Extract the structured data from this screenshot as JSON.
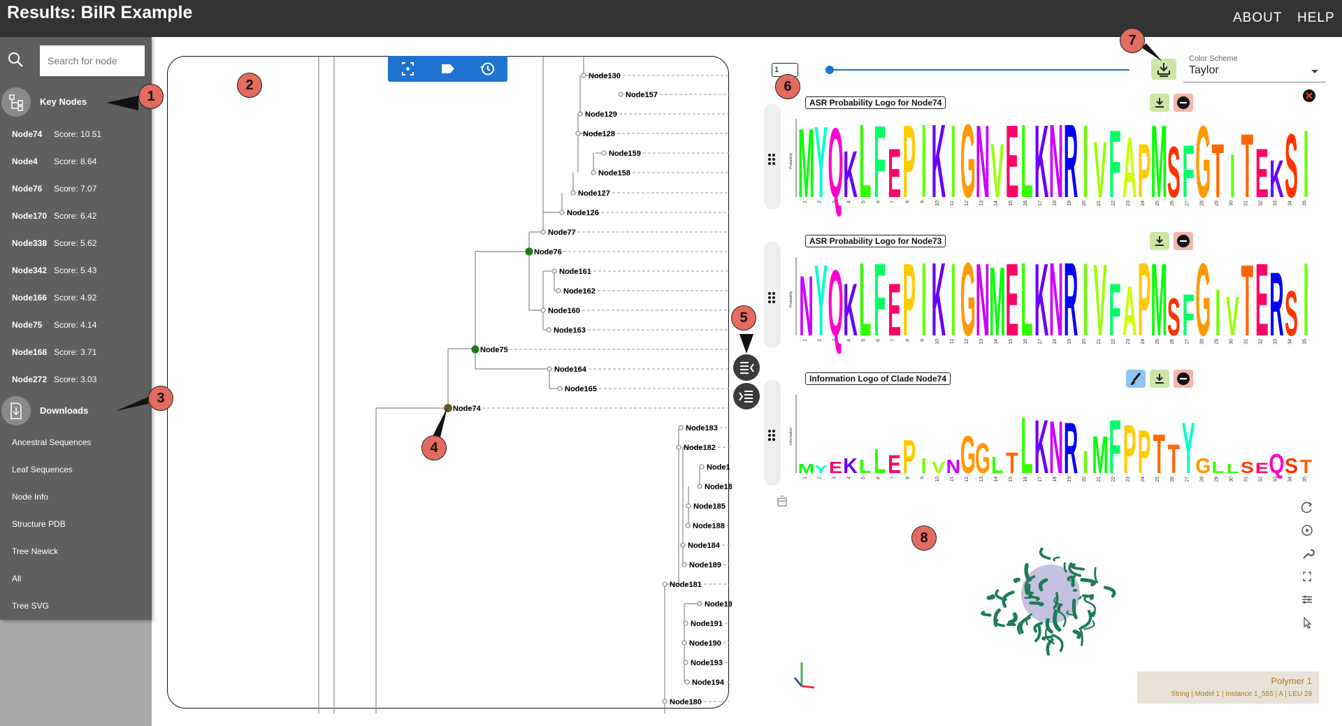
{
  "app": {
    "title": "Results: BilR Example",
    "nav": {
      "about": "ABOUT",
      "help": "HELP"
    }
  },
  "sidebar": {
    "search": {
      "placeholder": "Search for node"
    },
    "key_nodes": {
      "label": "Key Nodes",
      "score_prefix": "Score:",
      "items": [
        {
          "node": "Node74",
          "score": "Score: 10.51"
        },
        {
          "node": "Node4",
          "score": "Score: 8.64"
        },
        {
          "node": "Node76",
          "score": "Score: 7.07"
        },
        {
          "node": "Node170",
          "score": "Score: 6.42"
        },
        {
          "node": "Node338",
          "score": "Score: 5.62"
        },
        {
          "node": "Node342",
          "score": "Score: 5.43"
        },
        {
          "node": "Node166",
          "score": "Score: 4.92"
        },
        {
          "node": "Node75",
          "score": "Score: 4.14"
        },
        {
          "node": "Node168",
          "score": "Score: 3.71"
        },
        {
          "node": "Node272",
          "score": "Score: 3.03"
        }
      ]
    },
    "downloads": {
      "label": "Downloads",
      "items": [
        "Ancestral Sequences",
        "Leaf Sequences",
        "Node Info",
        "Structure PDB",
        "Tree Newick",
        "All",
        "Tree SVG"
      ]
    }
  },
  "tree": {
    "toolbar": {
      "icons": [
        "fit-screen-icon",
        "label-icon",
        "history-icon"
      ]
    },
    "highlighted_nodes": [
      "Node76",
      "Node75",
      "Node74"
    ],
    "selected_node": "Node74",
    "nodes": [
      {
        "label": "Node130"
      },
      {
        "label": "Node157"
      },
      {
        "label": "Node129"
      },
      {
        "label": "Node128"
      },
      {
        "label": "Node159"
      },
      {
        "label": "Node158"
      },
      {
        "label": "Node127"
      },
      {
        "label": "Node126"
      },
      {
        "label": "Node77"
      },
      {
        "label": "Node76"
      },
      {
        "label": "Node161"
      },
      {
        "label": "Node162"
      },
      {
        "label": "Node160"
      },
      {
        "label": "Node163"
      },
      {
        "label": "Node75"
      },
      {
        "label": "Node164"
      },
      {
        "label": "Node165"
      },
      {
        "label": "Node74"
      },
      {
        "label": "Node183"
      },
      {
        "label": "Node182"
      },
      {
        "label": "Node1"
      },
      {
        "label": "Node18"
      },
      {
        "label": "Node185"
      },
      {
        "label": "Node188"
      },
      {
        "label": "Node184"
      },
      {
        "label": "Node189"
      },
      {
        "label": "Node181"
      },
      {
        "label": "Node19"
      },
      {
        "label": "Node191"
      },
      {
        "label": "Node190"
      },
      {
        "label": "Node193"
      },
      {
        "label": "Node194"
      },
      {
        "label": "Node180"
      }
    ]
  },
  "logos_panel": {
    "seq_start": "1",
    "color_scheme": {
      "label": "Color Scheme",
      "value": "Taylor"
    },
    "logos": [
      {
        "title": "ASR Probability Logo for Node74",
        "y_axis": "Probability",
        "residues": "MYQKLFEPIKIGNVELKNRIVFAPMSFGTITEKSI",
        "heights": [
          0.92,
          0.95,
          0.93,
          0.62,
          0.98,
          0.96,
          0.65,
          0.97,
          0.98,
          0.98,
          0.97,
          0.98,
          0.97,
          0.72,
          0.97,
          0.98,
          0.97,
          0.98,
          0.98,
          0.97,
          0.75,
          0.9,
          0.8,
          0.72,
          0.97,
          0.68,
          0.7,
          0.96,
          0.72,
          0.58,
          0.85,
          0.65,
          0.5,
          0.85,
          0.9
        ]
      },
      {
        "title": "ASR Probability Logo for Node73",
        "y_axis": "Probability",
        "residues": "NYQKLFEPIKIGNMELKNRIVFAPMSFGIVTERSI",
        "heights": [
          0.8,
          0.95,
          0.88,
          0.7,
          0.98,
          0.97,
          0.7,
          0.97,
          0.98,
          0.98,
          0.97,
          0.98,
          0.97,
          0.92,
          0.97,
          0.98,
          0.97,
          0.98,
          0.98,
          0.97,
          0.96,
          0.7,
          0.66,
          0.98,
          0.97,
          0.5,
          0.55,
          0.97,
          0.62,
          0.52,
          0.95,
          0.97,
          0.85,
          0.6,
          0.98
        ]
      },
      {
        "title": "Information Logo of Clade Node74",
        "y_axis": "Information",
        "residues": "MYEKLLEPIVNGGLTLKNRIMFPPTTYGLLSEQST",
        "heights": [
          0.12,
          0.1,
          0.15,
          0.2,
          0.18,
          0.32,
          0.24,
          0.45,
          0.2,
          0.15,
          0.18,
          0.5,
          0.4,
          0.22,
          0.28,
          0.75,
          0.72,
          0.7,
          0.68,
          0.3,
          0.5,
          0.72,
          0.65,
          0.58,
          0.52,
          0.38,
          0.68,
          0.2,
          0.16,
          0.12,
          0.15,
          0.14,
          0.26,
          0.2,
          0.18
        ]
      }
    ]
  },
  "structure": {
    "info_title": "Polymer 1",
    "info_detail": "String | Model 1 | Instance 1_555 | A | LEU 29"
  },
  "markers": [
    "1",
    "2",
    "3",
    "4",
    "5",
    "6",
    "7",
    "8"
  ],
  "colors": {
    "header_bg": "#333333",
    "sidebar_panel": "#5f5f5f",
    "toolbar_blue": "#1f73d1",
    "node_highlight": "#1a7a1a",
    "node_selected": "#c0392b",
    "marker_red": "#e46b5f",
    "protein_green": "#1f7a5a"
  }
}
